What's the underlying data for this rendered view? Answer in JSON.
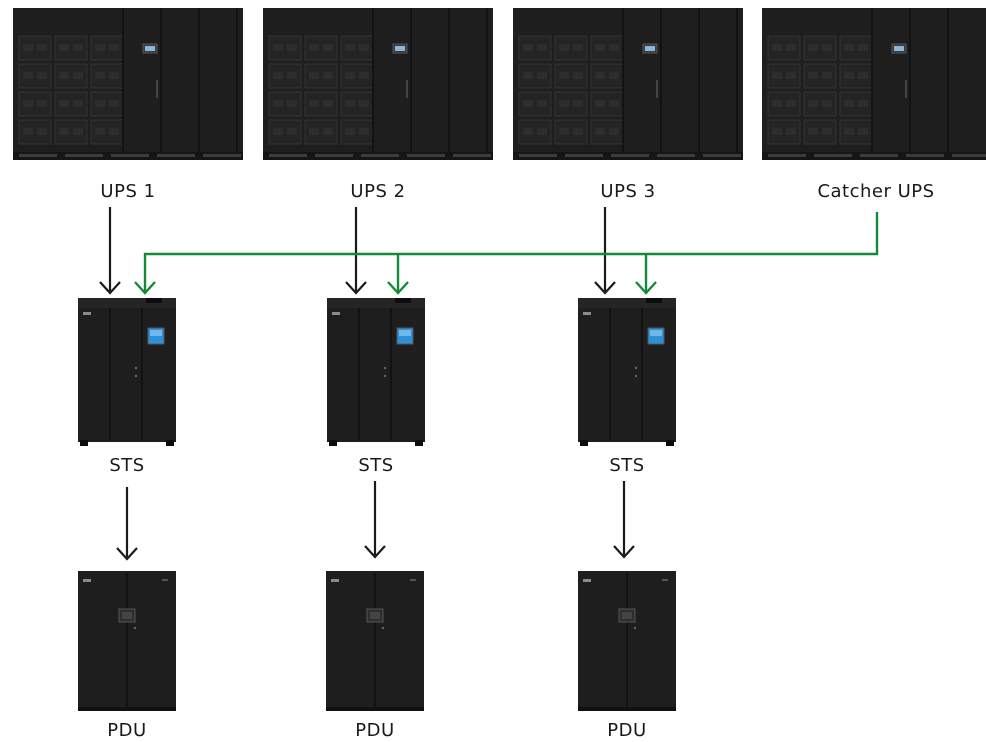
{
  "colors": {
    "background": "#ffffff",
    "cabinet": "#1e1e1e",
    "cabinet_edge": "#2c2c2c",
    "arrow_primary": "#1a1a1a",
    "arrow_catcher": "#138a3a",
    "screen": "#2f8fd8"
  },
  "ups_units": [
    {
      "label": "UPS 1"
    },
    {
      "label": "UPS 2"
    },
    {
      "label": "UPS 3"
    },
    {
      "label": "Catcher UPS"
    }
  ],
  "sts_units": [
    {
      "label": "STS"
    },
    {
      "label": "STS"
    },
    {
      "label": "STS"
    }
  ],
  "pdu_units": [
    {
      "label": "PDU"
    },
    {
      "label": "PDU"
    },
    {
      "label": "PDU"
    }
  ],
  "connections": [
    {
      "from": "UPS 1",
      "to": "STS 1",
      "path": "primary"
    },
    {
      "from": "UPS 2",
      "to": "STS 2",
      "path": "primary"
    },
    {
      "from": "UPS 3",
      "to": "STS 3",
      "path": "primary"
    },
    {
      "from": "Catcher UPS",
      "to": "STS 1",
      "path": "catcher"
    },
    {
      "from": "Catcher UPS",
      "to": "STS 2",
      "path": "catcher"
    },
    {
      "from": "Catcher UPS",
      "to": "STS 3",
      "path": "catcher"
    },
    {
      "from": "STS 1",
      "to": "PDU 1",
      "path": "primary"
    },
    {
      "from": "STS 2",
      "to": "PDU 2",
      "path": "primary"
    },
    {
      "from": "STS 3",
      "to": "PDU 3",
      "path": "primary"
    }
  ]
}
